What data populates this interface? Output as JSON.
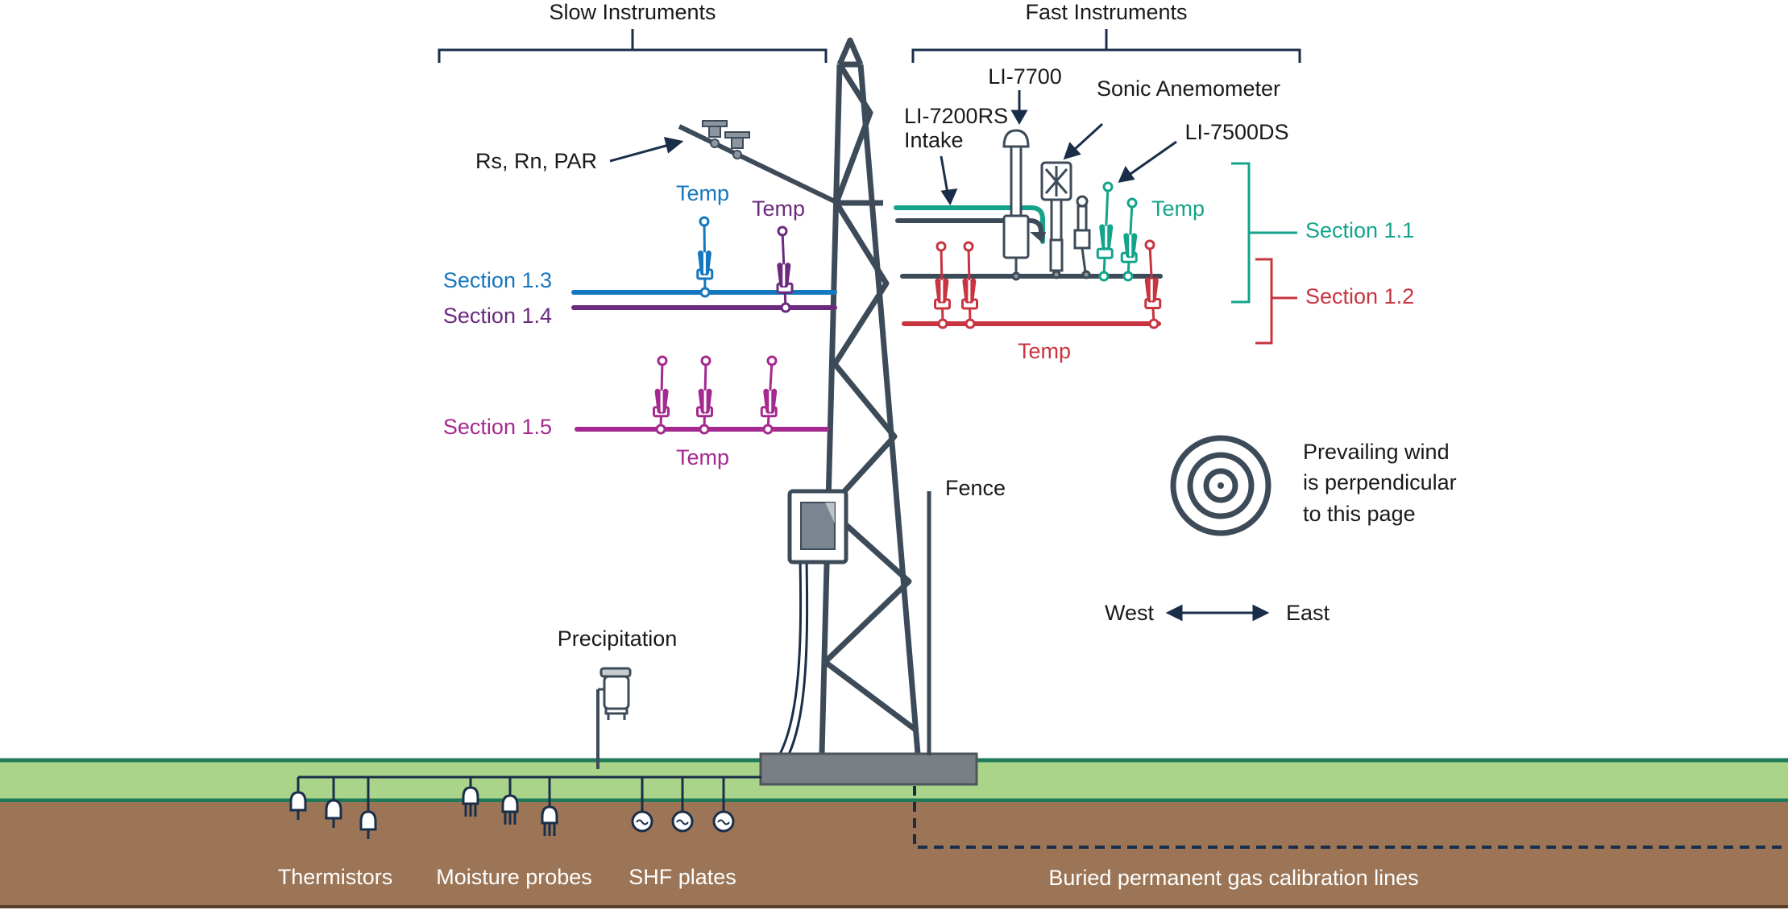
{
  "labels": {
    "slow_instruments": "Slow Instruments",
    "fast_instruments": "Fast Instruments",
    "rs_rn_par": "Rs, Rn, PAR",
    "li7700": "LI-7700",
    "sonic_anemometer": "Sonic Anemometer",
    "li7200rs_line1": "LI-7200RS",
    "li7200rs_line2": "Intake",
    "li7500ds": "LI-7500DS",
    "temp_13": "Temp",
    "temp_14": "Temp",
    "temp_11": "Temp",
    "temp_12": "Temp",
    "temp_15": "Temp",
    "section_11": "Section 1.1",
    "section_12": "Section 1.2",
    "section_13": "Section 1.3",
    "section_14": "Section 1.4",
    "section_15": "Section 1.5",
    "fence": "Fence",
    "wind_line1": "Prevailing wind",
    "wind_line2": "is perpendicular",
    "wind_line3": "to this page",
    "west": "West",
    "east": "East",
    "precipitation": "Precipitation",
    "thermistors": "Thermistors",
    "moisture_probes": "Moisture probes",
    "shf_plates": "SHF plates",
    "buried_lines": "Buried permanent gas calibration lines"
  },
  "colors": {
    "navy": "#1a2e4a",
    "tower": "#3d4b59",
    "section_11": "#14a38b",
    "section_12": "#c8343f",
    "section_13": "#1577bf",
    "section_14": "#6b2a7e",
    "section_15": "#a42a8f",
    "grass": "#a9d48a",
    "grass_line": "#1f7a5a",
    "soil": "#9b7556",
    "tower_base": "#7a7f86"
  }
}
